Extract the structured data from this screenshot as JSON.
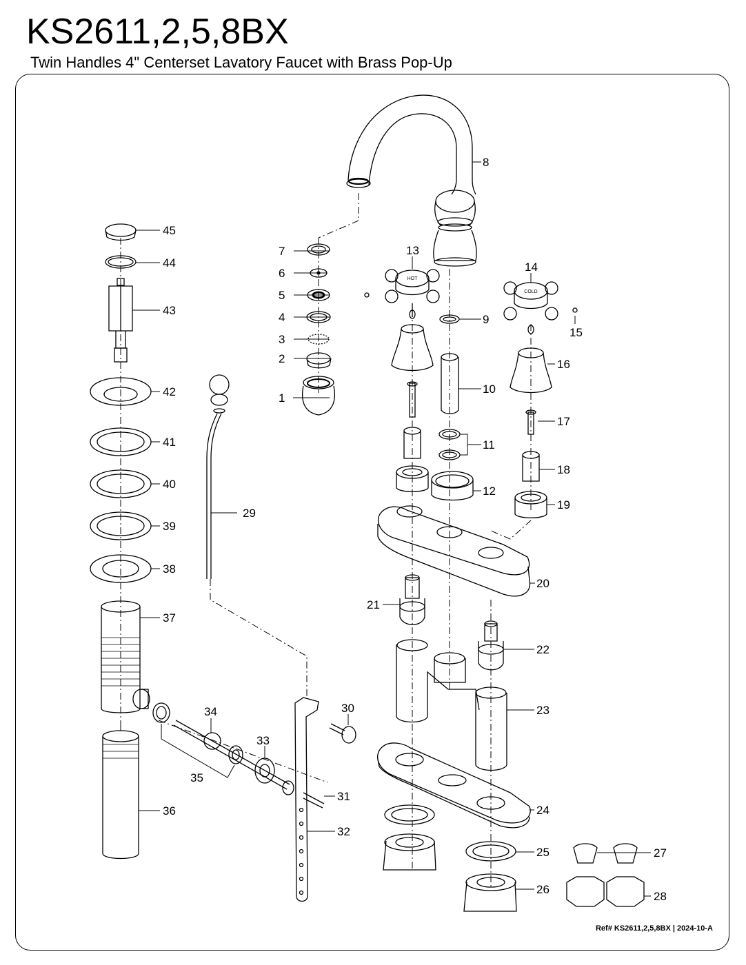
{
  "header": {
    "model": "KS2611,2,5,8BX",
    "subtitle": "Twin Handles 4\" Centerset Lavatory Faucet with Brass Pop-Up"
  },
  "handle_labels": {
    "hot": "HOT",
    "cold": "COLD"
  },
  "callouts": [
    "1",
    "2",
    "3",
    "4",
    "5",
    "6",
    "7",
    "8",
    "9",
    "10",
    "11",
    "12",
    "13",
    "14",
    "15",
    "16",
    "17",
    "18",
    "19",
    "20",
    "21",
    "22",
    "23",
    "24",
    "25",
    "26",
    "27",
    "28",
    "29",
    "30",
    "31",
    "32",
    "33",
    "34",
    "35",
    "36",
    "37",
    "38",
    "39",
    "40",
    "41",
    "42",
    "43",
    "44",
    "45"
  ],
  "footer": {
    "ref": "Ref# KS2611,2,5,8BX | 2024-10-A"
  }
}
